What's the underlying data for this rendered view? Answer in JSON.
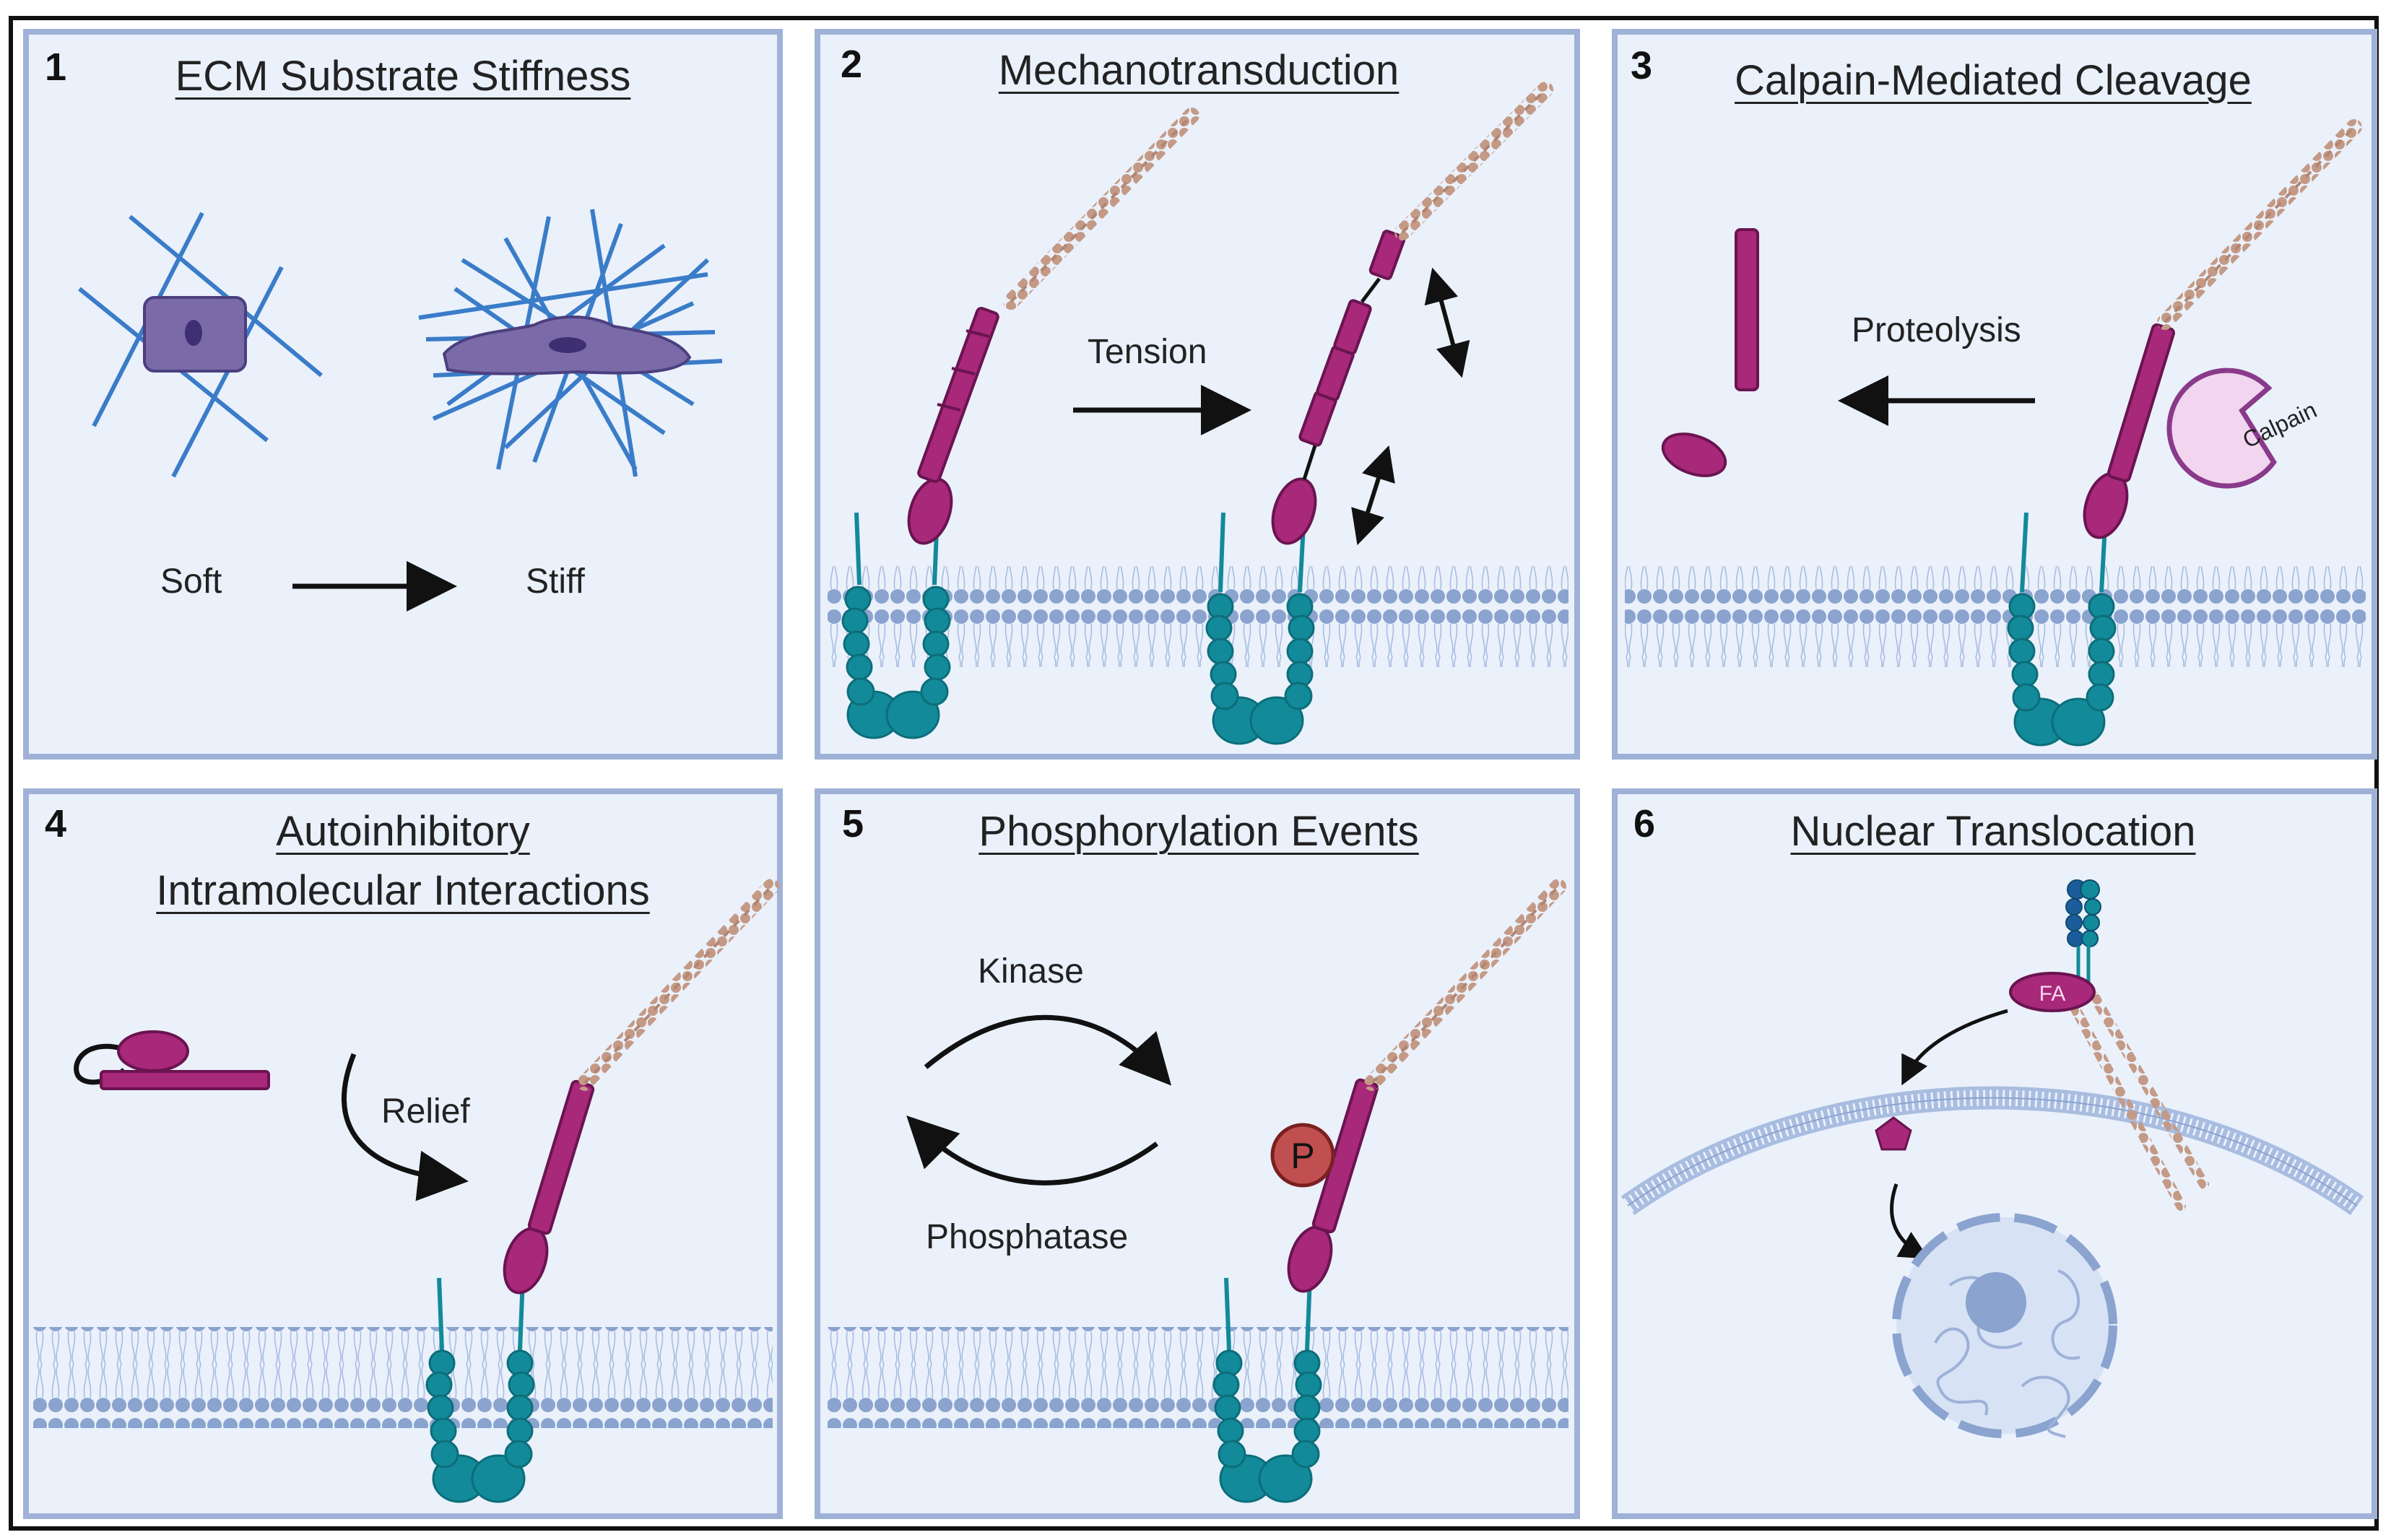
{
  "panels": [
    {
      "number": "1",
      "title": "ECM Substrate Stiffness",
      "labels": {
        "soft": "Soft",
        "stiff": "Stiff"
      }
    },
    {
      "number": "2",
      "title": "Mechanotransduction",
      "labels": {
        "tension": "Tension"
      }
    },
    {
      "number": "3",
      "title": "Calpain-Mediated Cleavage",
      "labels": {
        "proteolysis": "Proteolysis",
        "calpain": "Calpain"
      }
    },
    {
      "number": "4",
      "title_line1": "Autoinhibitory",
      "title_line2": "Intramolecular Interactions",
      "labels": {
        "relief": "Relief"
      }
    },
    {
      "number": "5",
      "title": "Phosphorylation Events",
      "labels": {
        "kinase": "Kinase",
        "phosphatase": "Phosphatase",
        "p": "P"
      }
    },
    {
      "number": "6",
      "title": "Nuclear Translocation",
      "labels": {
        "fa": "FA"
      }
    }
  ],
  "colors": {
    "panel_bg": "#eaf1fb",
    "panel_border": "#9fb1d6",
    "protein_magenta": "#a8287a",
    "actin_tan": "#c49a86",
    "integrin_teal": "#138a99",
    "membrane_blue": "#8aa3cf",
    "ecm_blue": "#3a7cc8",
    "cell_purple": "#7a6aa8",
    "calpain_pink": "#f2d6f0",
    "phospho_red": "#c0504f"
  }
}
